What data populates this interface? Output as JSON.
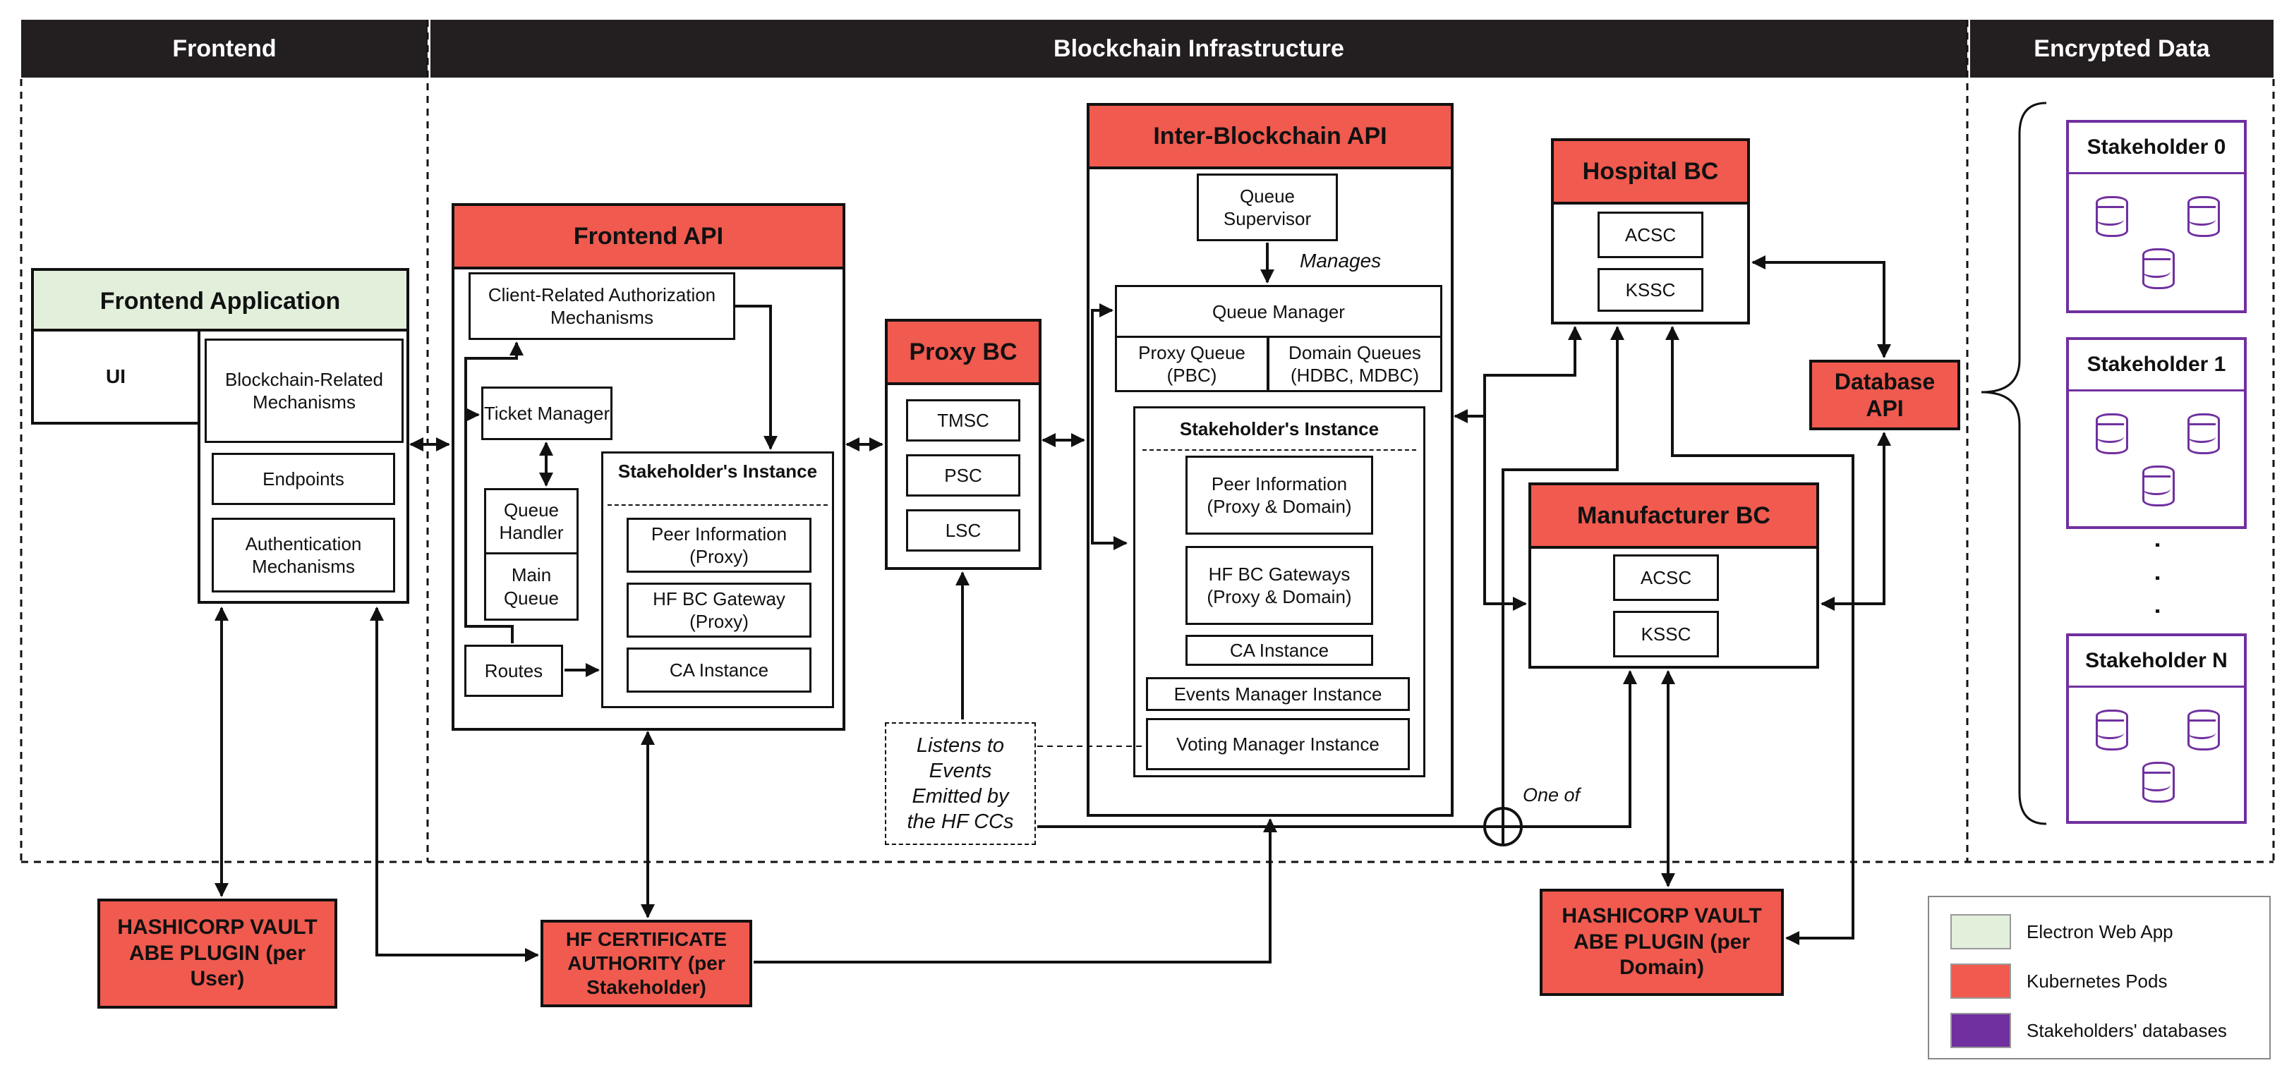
{
  "sections": {
    "frontend": "Frontend",
    "blockchain": "Blockchain Infrastructure",
    "encrypted": "Encrypted Data"
  },
  "frontend_app": {
    "title": "Frontend Application",
    "ui": "UI",
    "blockchain_mech": "Blockchain-Related Mechanisms",
    "endpoints": "Endpoints",
    "auth": "Authentication Mechanisms"
  },
  "frontend_api": {
    "title": "Frontend API",
    "client_auth": "Client-Related Authorization Mechanisms",
    "ticket_manager": "Ticket Manager",
    "queue_handler": "Queue Handler",
    "main_queue": "Main Queue",
    "routes": "Routes",
    "stakeholder_instance": "Stakeholder's Instance",
    "peer_info": "Peer Information (Proxy)",
    "gateway": "HF BC Gateway (Proxy)",
    "ca": "CA Instance"
  },
  "proxy_bc": {
    "title": "Proxy BC",
    "items": [
      "TMSC",
      "PSC",
      "LSC"
    ]
  },
  "inter_api": {
    "title": "Inter-Blockchain API",
    "queue_supervisor": "Queue Supervisor",
    "manages": "Manages",
    "queue_manager": "Queue Manager",
    "proxy_queue": "Proxy Queue (PBC)",
    "domain_queues": "Domain Queues (HDBC, MDBC)",
    "stakeholder_instance": "Stakeholder's Instance",
    "peer_info": "Peer Information (Proxy & Domain)",
    "gateways": "HF BC Gateways (Proxy & Domain)",
    "ca": "CA Instance",
    "events_manager": "Events Manager Instance",
    "voting_manager": "Voting Manager Instance"
  },
  "hospital_bc": {
    "title": "Hospital BC",
    "items": [
      "ACSC",
      "KSSC"
    ]
  },
  "manufacturer_bc": {
    "title": "Manufacturer BC",
    "items": [
      "ACSC",
      "KSSC"
    ]
  },
  "database_api": "Database API",
  "listens_note": "Listens to Events Emitted by the HF CCs",
  "one_of": "One of",
  "bottom": {
    "vault_user": "HASHICORP VAULT ABE PLUGIN (per User)",
    "hf_ca": "HF CERTIFICATE AUTHORITY (per Stakeholder)",
    "vault_domain": "HASHICORP VAULT ABE PLUGIN (per Domain)"
  },
  "stakeholders": [
    "Stakeholder 0",
    "Stakeholder 1",
    "Stakeholder N"
  ],
  "ellipsis": ". . .",
  "legend": [
    {
      "label": "Electron Web App",
      "color": "#e2efdb"
    },
    {
      "label": "Kubernetes Pods",
      "color": "#f05a4f"
    },
    {
      "label": "Stakeholders' databases",
      "color": "#7030a0"
    }
  ],
  "icons": [
    "database-icon"
  ]
}
